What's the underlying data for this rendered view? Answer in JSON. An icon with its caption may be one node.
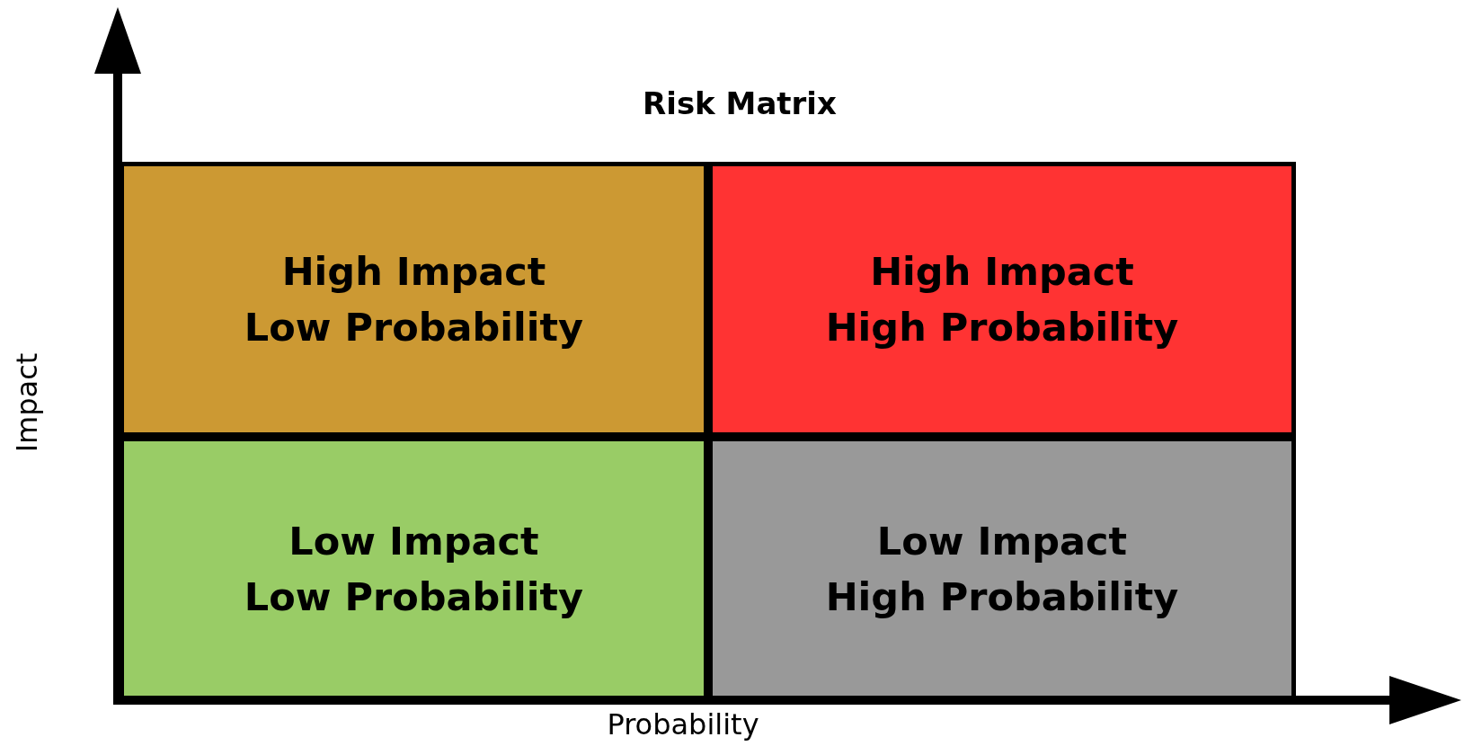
{
  "diagram": {
    "title": "Risk Matrix",
    "nodes": [
      {
        "text": [
          "High Impact",
          "Low Probability"
        ]
      },
      {
        "text": [
          "High Impact",
          "High Probability"
        ]
      },
      {
        "text": [
          "Low Impact",
          "Low Probability"
        ]
      },
      {
        "text": [
          "Low Impact",
          "High Probability"
        ]
      }
    ],
    "labels": [
      "Impact",
      "Probability"
    ]
  }
}
